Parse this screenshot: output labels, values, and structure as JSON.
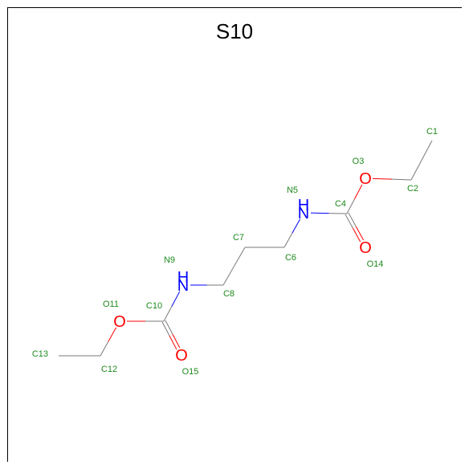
{
  "title": "S10",
  "colors": {
    "carbon_bond": "#7a7a7a",
    "oxygen": "#ff0000",
    "nitrogen": "#0000ff",
    "label": "#1e8a1e"
  },
  "atoms": [
    {
      "id": "C1",
      "label": "C1",
      "symbol": ""
    },
    {
      "id": "C2",
      "label": "C2",
      "symbol": ""
    },
    {
      "id": "O3",
      "label": "O3",
      "symbol": "O",
      "element": "O"
    },
    {
      "id": "C4",
      "label": "C4",
      "symbol": ""
    },
    {
      "id": "N5",
      "label": "N5",
      "symbol": "H",
      "symbol2": "N",
      "element": "N"
    },
    {
      "id": "C6",
      "label": "C6",
      "symbol": ""
    },
    {
      "id": "C7",
      "label": "C7",
      "symbol": ""
    },
    {
      "id": "C8",
      "label": "C8",
      "symbol": ""
    },
    {
      "id": "N9",
      "label": "N9",
      "symbol": "H",
      "symbol2": "N",
      "element": "N"
    },
    {
      "id": "C10",
      "label": "C10",
      "symbol": ""
    },
    {
      "id": "O11",
      "label": "O11",
      "symbol": "O",
      "element": "O"
    },
    {
      "id": "C12",
      "label": "C12",
      "symbol": ""
    },
    {
      "id": "C13",
      "label": "C13",
      "symbol": ""
    },
    {
      "id": "O14",
      "label": "O14",
      "symbol": "O",
      "element": "O"
    },
    {
      "id": "O15",
      "label": "O15",
      "symbol": "O",
      "element": "O"
    }
  ],
  "bonds": [
    {
      "a": "C1",
      "b": "C2",
      "order": 1
    },
    {
      "a": "C2",
      "b": "O3",
      "order": 1
    },
    {
      "a": "O3",
      "b": "C4",
      "order": 1
    },
    {
      "a": "C4",
      "b": "O14",
      "order": 2
    },
    {
      "a": "C4",
      "b": "N5",
      "order": 1
    },
    {
      "a": "N5",
      "b": "C6",
      "order": 1
    },
    {
      "a": "C6",
      "b": "C7",
      "order": 1
    },
    {
      "a": "C7",
      "b": "C8",
      "order": 1
    },
    {
      "a": "C8",
      "b": "N9",
      "order": 1
    },
    {
      "a": "N9",
      "b": "C10",
      "order": 1
    },
    {
      "a": "C10",
      "b": "O15",
      "order": 2
    },
    {
      "a": "C10",
      "b": "O11",
      "order": 1
    },
    {
      "a": "O11",
      "b": "C12",
      "order": 1
    },
    {
      "a": "C12",
      "b": "C13",
      "order": 1
    }
  ]
}
